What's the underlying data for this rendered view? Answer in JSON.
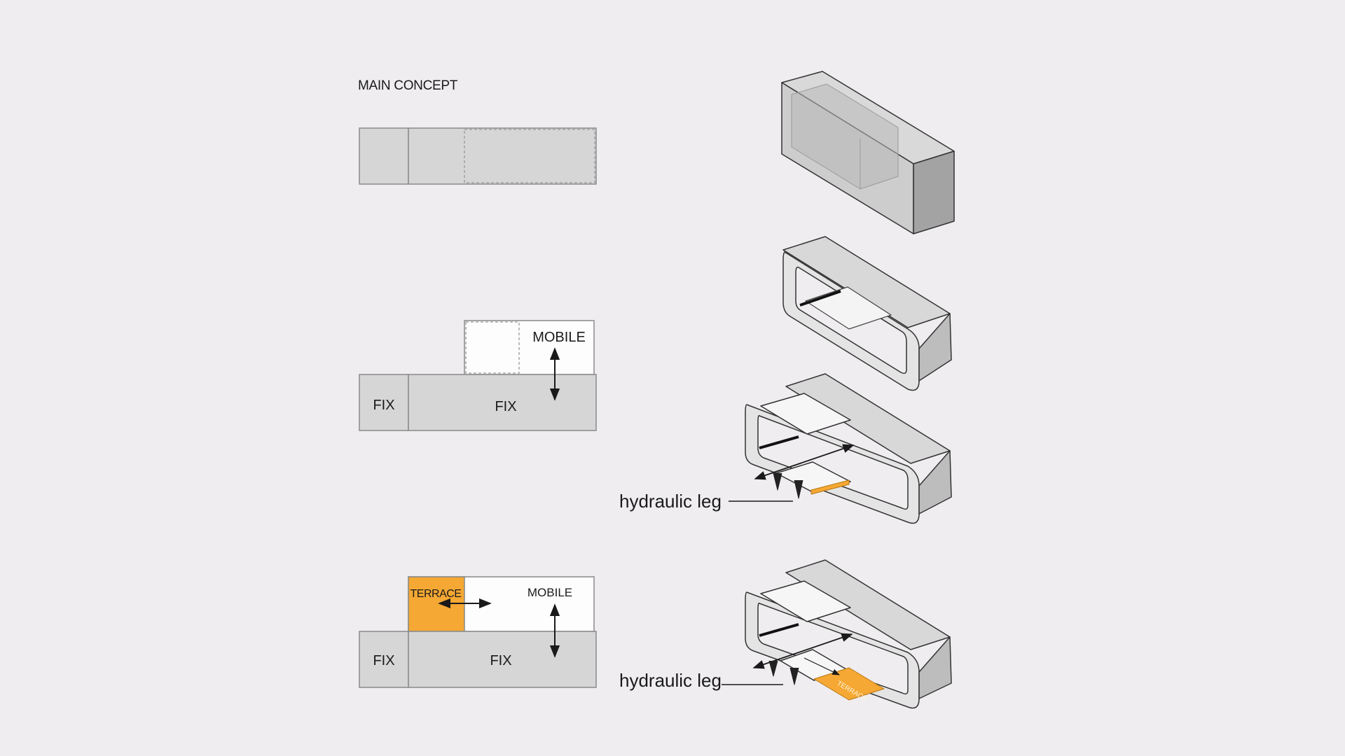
{
  "title": "MAIN CONCEPT",
  "plan_labels": {
    "fix_small": "FIX",
    "fix_large": "FIX",
    "mobile": "MOBILE",
    "terrace": "TERRACE"
  },
  "callouts": {
    "hydraulic_leg": "hydraulic leg",
    "terrace_tag": "TERRACE"
  },
  "colors": {
    "background": "#efedf0",
    "box_fill": "#d6d6d6",
    "box_stroke": "#8a8a8a",
    "mobile_fill": "#fdfdfd",
    "terrace": "#f5a833",
    "arrow": "#1a1a1a"
  },
  "icons": {
    "arrows": "double-headed-arrow"
  }
}
